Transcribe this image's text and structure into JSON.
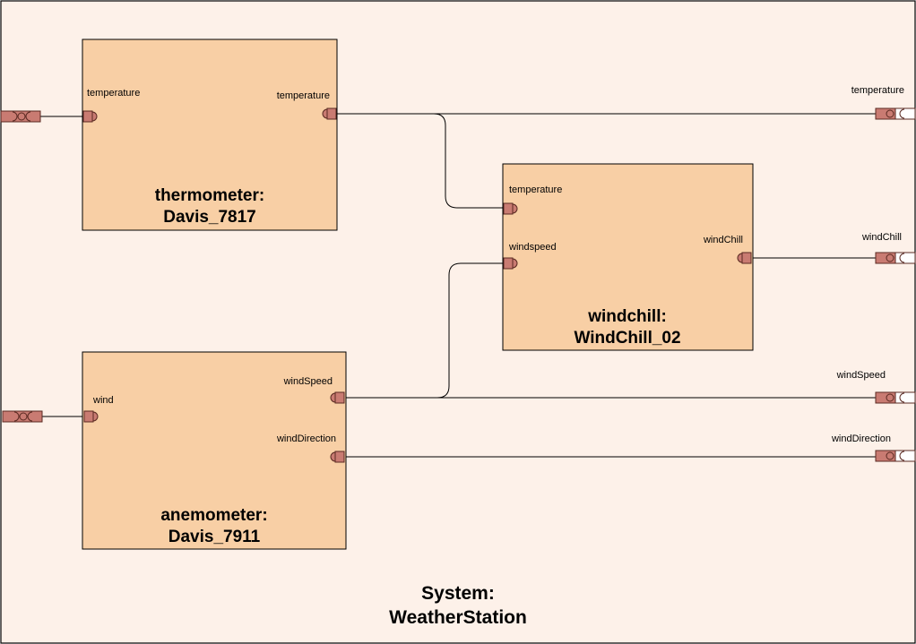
{
  "system": {
    "line1": "System:",
    "line2": "WeatherStation"
  },
  "components": {
    "thermometer": {
      "line1": "thermometer:",
      "line2": "Davis_7817",
      "port_in": "temperature",
      "port_out": "temperature"
    },
    "windchill": {
      "line1": "windchill:",
      "line2": "WindChill_02",
      "port_in_temp": "temperature",
      "port_in_wind": "windspeed",
      "port_out": "windChill"
    },
    "anemometer": {
      "line1": "anemometer:",
      "line2": "Davis_7911",
      "port_in": "wind",
      "port_out_speed": "windSpeed",
      "port_out_dir": "windDirection"
    }
  },
  "external_ports": {
    "temperature": "temperature",
    "windChill": "windChill",
    "windSpeed": "windSpeed",
    "windDirection": "windDirection"
  },
  "colors": {
    "component_fill": "#f8cfa5",
    "system_fill": "#fdf1e9",
    "port_fill": "#c97b72",
    "port_stroke": "#5a2a22",
    "line": "#000000"
  }
}
